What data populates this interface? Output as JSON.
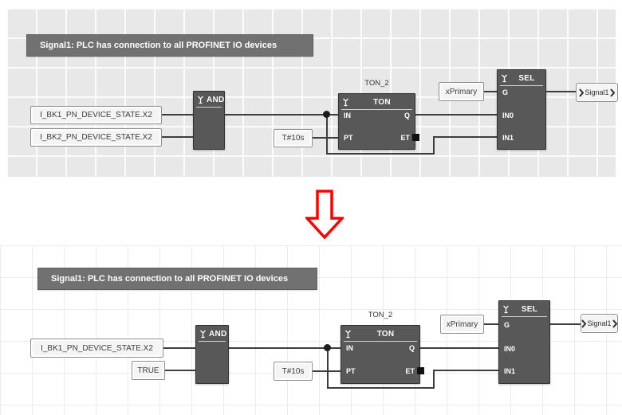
{
  "comment_banner": "Signal1: PLC has connection to all PROFINET IO devices",
  "top_network": {
    "input1": "I_BK1_PN_DEVICE_STATE.X2",
    "input2": "I_BK2_PN_DEVICE_STATE.X2",
    "pt_operand": "T#10s",
    "g_operand": "xPrimary",
    "output": "Signal1"
  },
  "bottom_network": {
    "input1": "I_BK1_PN_DEVICE_STATE.X2",
    "input2": "TRUE",
    "pt_operand": "T#10s",
    "g_operand": "xPrimary",
    "output": "Signal1"
  },
  "blocks": {
    "and": {
      "label": "AND"
    },
    "ton": {
      "instance": "TON_2",
      "type": "TON",
      "pin_in": "IN",
      "pin_pt": "PT",
      "pin_q": "Q",
      "pin_et": "ET"
    },
    "sel": {
      "label": "SEL",
      "pin_g": "G",
      "pin_in0": "IN0",
      "pin_in1": "IN1"
    }
  },
  "arrow": {
    "direction": "down",
    "color": "#ff0000"
  },
  "colors": {
    "panel_gray": "#e8e8e8",
    "block_fill": "#585858",
    "comment_fill": "#717171",
    "wire": "#3d3d3d",
    "operand_fill": "#f4f4f4"
  }
}
